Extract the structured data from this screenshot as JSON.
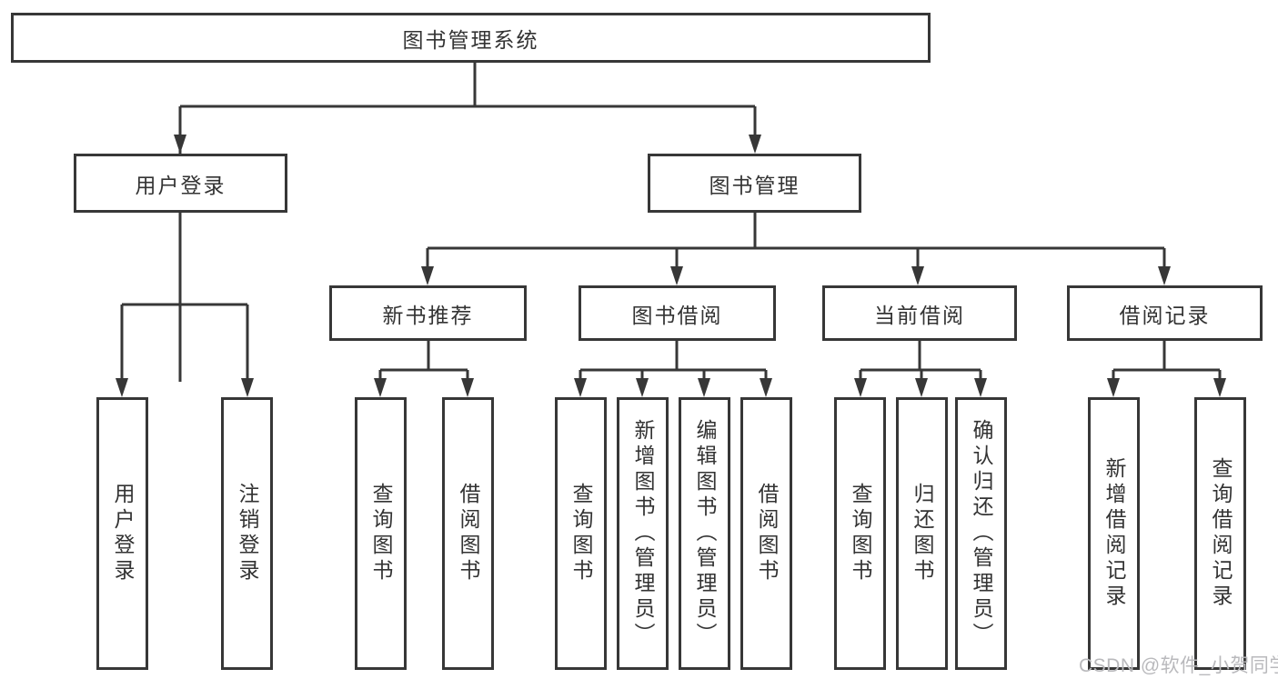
{
  "colors": {
    "line": "#373737",
    "text": "#333333",
    "watermark": "#b9b9bc",
    "background": "#ffffff"
  },
  "root": {
    "label": "图书管理系统"
  },
  "user_login": {
    "label": "用户登录",
    "children": [
      {
        "label": "用户登录"
      },
      {
        "label": "注销登录"
      }
    ]
  },
  "book_management": {
    "label": "图书管理",
    "sections": [
      {
        "label": "新书推荐",
        "children": [
          {
            "label": "查询图书"
          },
          {
            "label": "借阅图书"
          }
        ]
      },
      {
        "label": "图书借阅",
        "children": [
          {
            "label": "查询图书"
          },
          {
            "label": "新增图书（管理员）"
          },
          {
            "label": "编辑图书（管理员）"
          },
          {
            "label": "借阅图书"
          }
        ]
      },
      {
        "label": "当前借阅",
        "children": [
          {
            "label": "查询图书"
          },
          {
            "label": "归还图书"
          },
          {
            "label": "确认归还（管理员）"
          }
        ]
      },
      {
        "label": "借阅记录",
        "children": [
          {
            "label": "新增借阅记录"
          },
          {
            "label": "查询借阅记录"
          }
        ]
      }
    ]
  },
  "watermark": {
    "text": "CSDN @软件_小贺同学"
  }
}
